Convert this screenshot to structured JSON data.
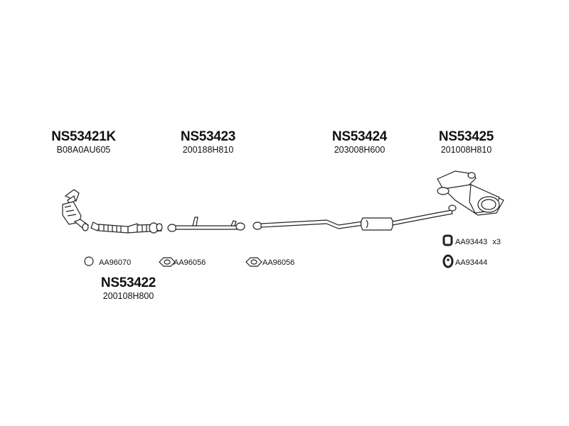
{
  "parts": {
    "p1": {
      "code": "NS53421K",
      "sub": "B08A0AU605"
    },
    "p2": {
      "code": "NS53423",
      "sub": "200188H810"
    },
    "p3": {
      "code": "NS53424",
      "sub": "203008H600"
    },
    "p4": {
      "code": "NS53425",
      "sub": "201008H810"
    },
    "p5": {
      "code": "NS53422",
      "sub": "200108H800"
    }
  },
  "accessories": {
    "a1": "AA96070",
    "a2": "AA96056",
    "a3": "AA96056",
    "a4": "AA93443",
    "a4_qty": "x3",
    "a5": "AA93444"
  }
}
